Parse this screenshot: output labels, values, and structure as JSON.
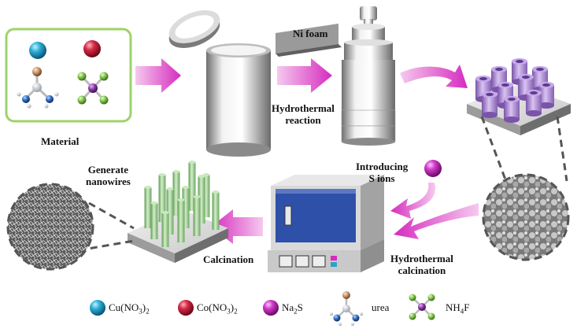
{
  "labels": {
    "material": "Material",
    "ni_foam": "Ni foam",
    "hydrothermal_1": "Hydrothermal",
    "reaction": "reaction",
    "introducing_1": "Introducing",
    "introducing_2": "S ions",
    "generate_1": "Generate",
    "generate_2": "nanowires",
    "calcination": "Calcination",
    "hydrothermal_2": "Hydrothermal",
    "calcination_2": "calcination"
  },
  "legend": [
    {
      "name": "Cu(NO3)2",
      "main": "Cu(NO",
      "sub1": "3",
      "mid": ")",
      "sub2": "2",
      "color": "#2aa3c9",
      "icon": "cyan-sphere-icon"
    },
    {
      "name": "Co(NO3)2",
      "main": "Co(NO",
      "sub1": "3",
      "mid": ")",
      "sub2": "2",
      "color": "#c9203c",
      "icon": "red-sphere-icon"
    },
    {
      "name": "Na2S",
      "main": "Na",
      "sub1": "2",
      "mid": "S",
      "sub2": "",
      "color": "#c22fbe",
      "icon": "magenta-sphere-icon"
    },
    {
      "name": "urea",
      "main": "urea",
      "sub1": "",
      "mid": "",
      "sub2": "",
      "color": "#c89a6a",
      "icon": "urea-molecule-icon"
    },
    {
      "name": "NH4F",
      "main": "NH",
      "sub1": "4",
      "mid": "F",
      "sub2": "",
      "color": "#8a3aa8",
      "icon": "nh4f-molecule-icon"
    }
  ],
  "colors": {
    "arrow": "#d62bbf",
    "frame": "#9ed36a",
    "furnace_blue": "#2f50a8",
    "rods": "#a8d49a",
    "tubes": "#b08bd6"
  }
}
